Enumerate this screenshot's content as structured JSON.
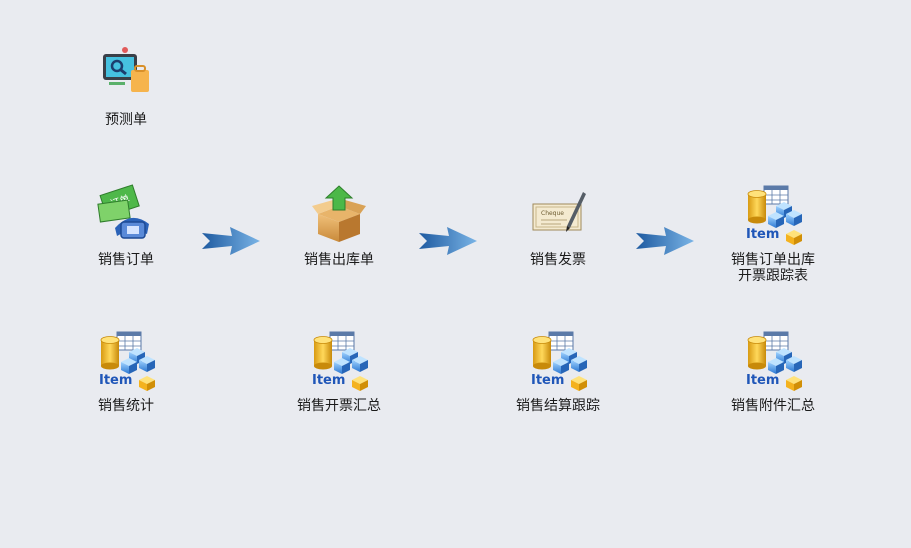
{
  "nodes": {
    "forecast": {
      "label": "预测单",
      "icon": "forecast-icon"
    },
    "sales_order": {
      "label": "销售订单",
      "icon": "phone-order-icon"
    },
    "outbound": {
      "label": "销售出库单",
      "icon": "box-upload-icon"
    },
    "invoice": {
      "label": "销售发票",
      "icon": "cheque-pen-icon"
    },
    "tracking": {
      "label": "销售订单出库\n开票跟踪表",
      "icon": "item-report-icon"
    },
    "stats": {
      "label": "销售统计",
      "icon": "item-report-icon"
    },
    "invoice_summary": {
      "label": "销售开票汇总",
      "icon": "item-report-icon"
    },
    "settle_tracking": {
      "label": "销售结算跟踪",
      "icon": "item-report-icon"
    },
    "attach_summary": {
      "label": "销售附件汇总",
      "icon": "item-report-icon"
    }
  },
  "item_icon_text": "Item",
  "cheque_text": "Cheque",
  "order_text": "订单",
  "colors": {
    "background": "#e9ebf0",
    "arrow": "#3f82c7",
    "text": "#1b1b1b"
  }
}
